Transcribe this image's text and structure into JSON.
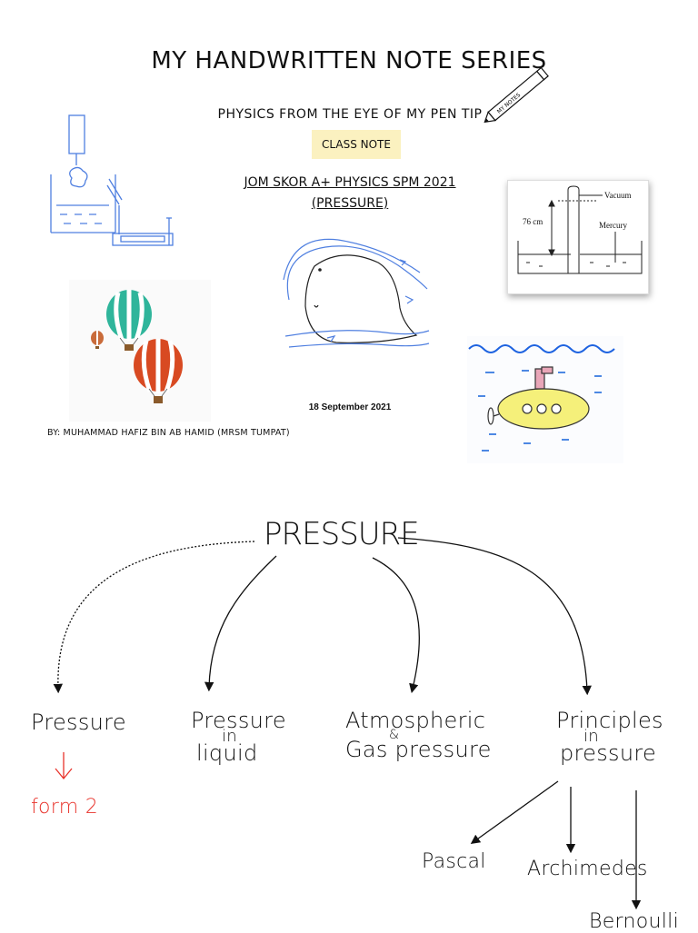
{
  "cover": {
    "title": "MY HANDWRITTEN NOTE SERIES",
    "subtitle": "PHYSICS FROM THE EYE OF MY PEN TIP",
    "badge": "CLASS NOTE",
    "course_line1": "JOM SKOR A+ PHYSICS SPM 2021",
    "course_line2": "(PRESSURE)",
    "date": "18 September 2021",
    "author": "BY: MUHAMMAD HAFIZ BIN AB HAMID (MRSM TUMPAT)",
    "barometer": {
      "vacuum_label": "Vacuum",
      "height_label": "76 cm",
      "mercury_label": "Mercury"
    },
    "pen_logo_text": "MY NOTES"
  },
  "mindmap": {
    "root": "PRESSURE",
    "branches": {
      "pressure": "Pressure",
      "form2": "form 2",
      "liquid_l1": "Pressure",
      "liquid_l2": "in",
      "liquid_l3": "liquid",
      "atmos_l1": "Atmospheric",
      "atmos_amp": "&",
      "atmos_l2": "Gas pressure",
      "principles_l1": "Principles",
      "principles_l2": "in",
      "principles_l3": "pressure"
    },
    "principles": {
      "pascal": "Pascal",
      "archimedes": "Archimedes",
      "bernoulli": "Bernoulli"
    },
    "colors": {
      "ink": "#111111",
      "red": "#e8332b",
      "sketch_blue": "#4f7fe0"
    }
  }
}
